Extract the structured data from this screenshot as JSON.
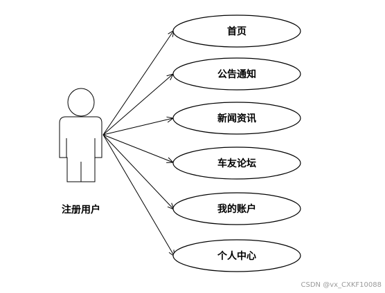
{
  "diagram": {
    "actor": {
      "label": "注册用户"
    },
    "use_cases": [
      {
        "label": "首页"
      },
      {
        "label": "公告通知"
      },
      {
        "label": "新闻资讯"
      },
      {
        "label": "车友论坛"
      },
      {
        "label": "我的账户"
      },
      {
        "label": "个人中心"
      }
    ]
  },
  "watermark": "CSDN @vx_CXKF10088"
}
